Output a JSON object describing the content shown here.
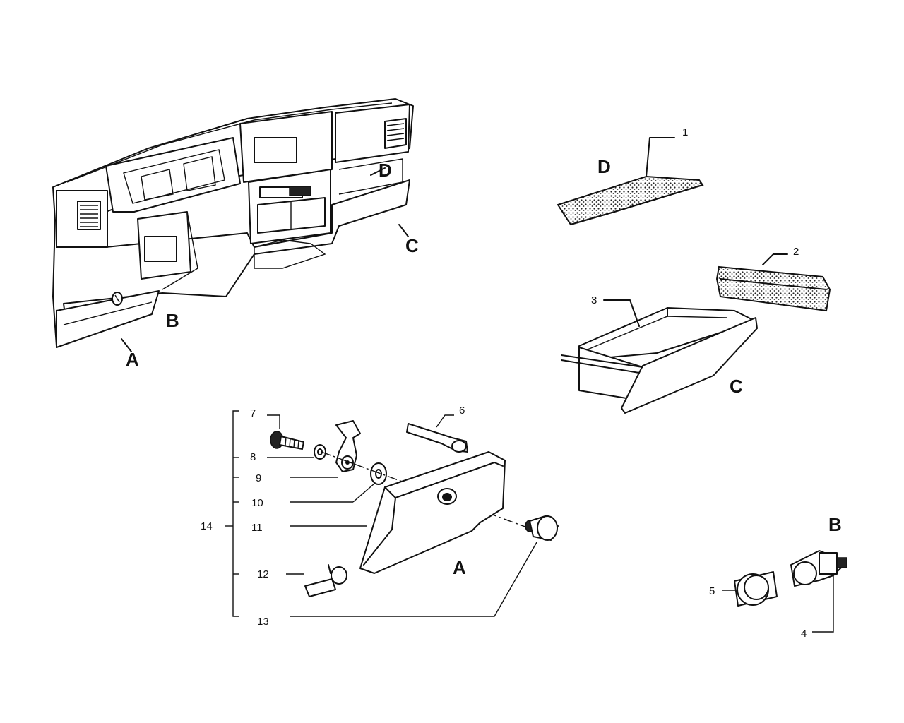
{
  "views": {
    "a": "A",
    "b": "B",
    "c": "C",
    "d": "D"
  },
  "callouts": {
    "n1": "1",
    "n2": "2",
    "n3": "3",
    "n4": "4",
    "n5": "5",
    "n6": "6",
    "n7": "7",
    "n8": "8",
    "n9": "9",
    "n10": "10",
    "n11": "11",
    "n12": "12",
    "n13": "13",
    "n14": "14"
  }
}
